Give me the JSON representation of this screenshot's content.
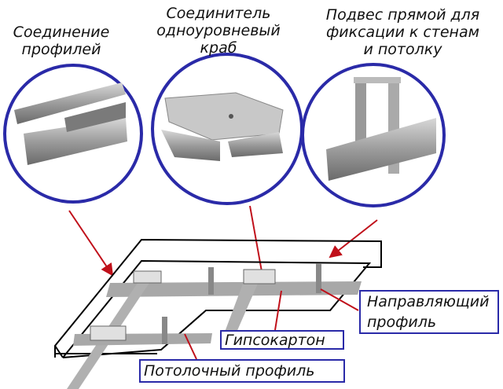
{
  "callouts": [
    {
      "title_lines": [
        "Соединение",
        "профилей"
      ]
    },
    {
      "title_lines": [
        "Соединитель",
        "одноуровневый",
        "краб"
      ]
    },
    {
      "title_lines": [
        "Подвес прямой для",
        "фиксации к стенам",
        "и потолку"
      ]
    }
  ],
  "labels": {
    "guide_profile": [
      "Направляющий",
      "профиль"
    ],
    "drywall": "Гипсокартон",
    "ceiling_profile": "Потолочный профиль"
  },
  "colors": {
    "circle": "#2a2aa8",
    "arrow": "#c0101a",
    "profile": "#9a9a9a"
  }
}
